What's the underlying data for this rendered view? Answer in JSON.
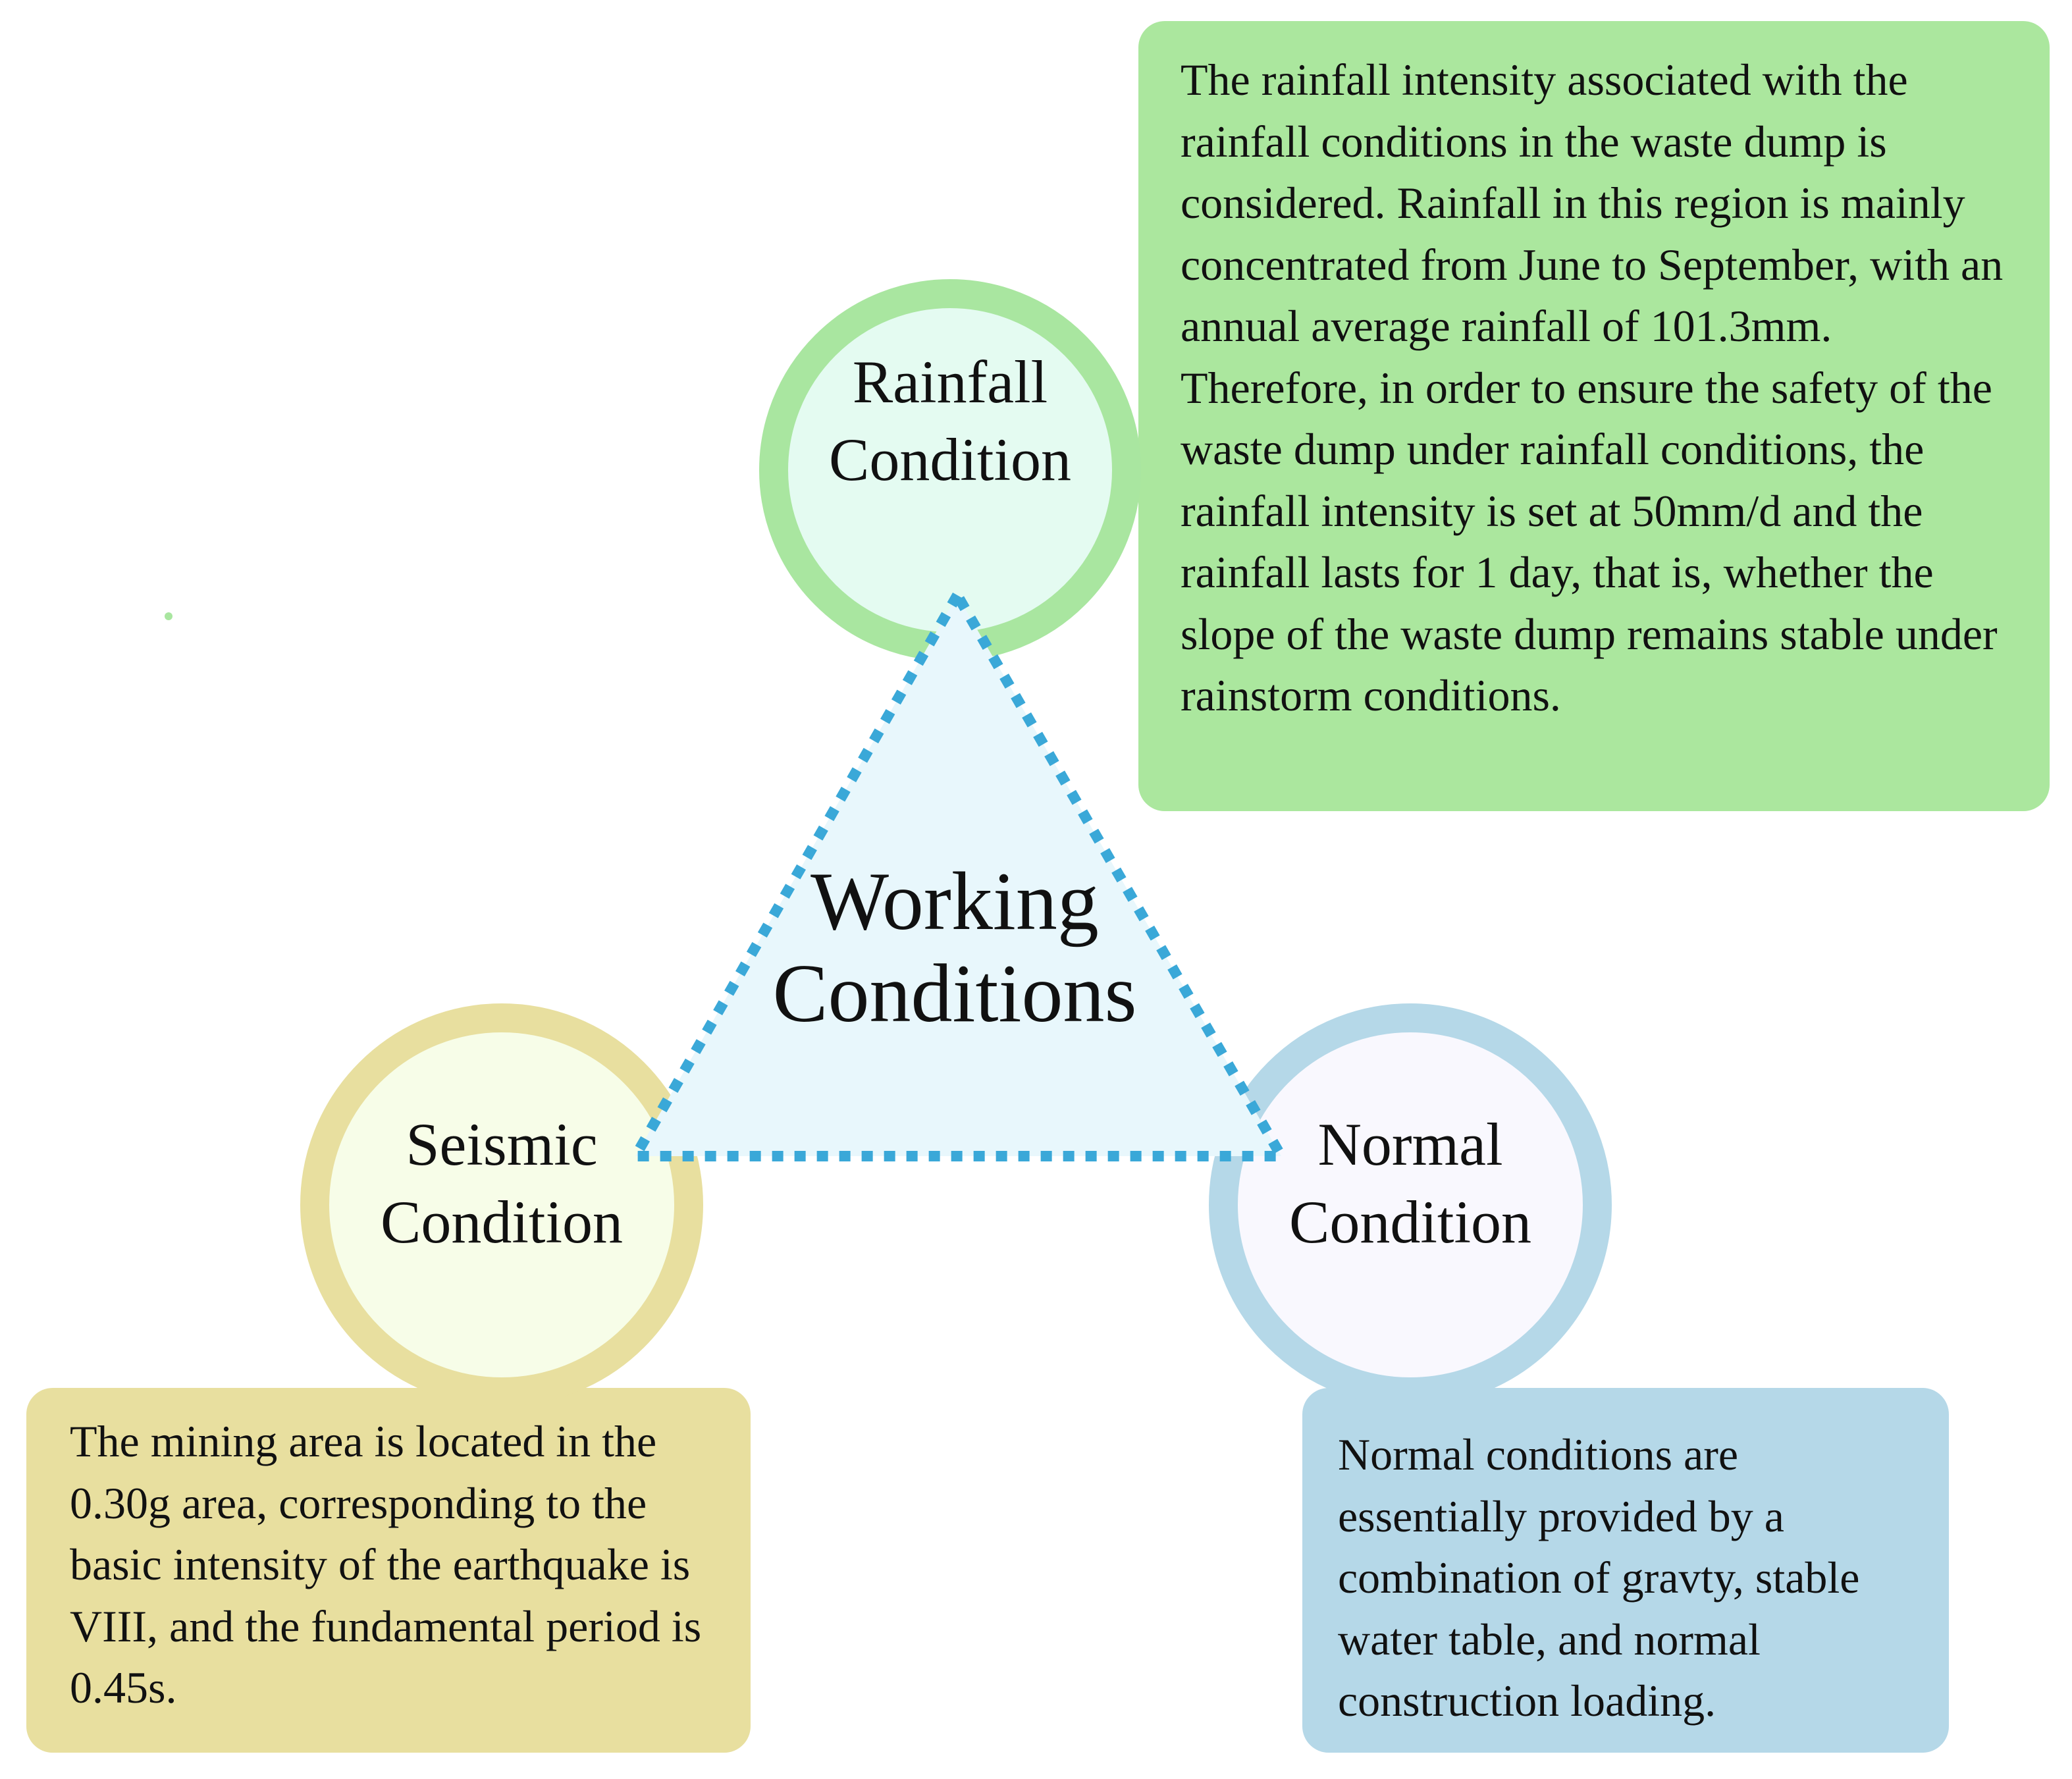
{
  "diagram": {
    "center_title": "Working\nConditions",
    "nodes": [
      {
        "id": "rainfall",
        "label": "Rainfall\nCondition",
        "ring_color": "#a9e6a0",
        "fill_color": "#e4fbf1"
      },
      {
        "id": "seismic",
        "label": "Seismic\nCondition",
        "ring_color": "#e8df9f",
        "fill_color": "#f7fde8"
      },
      {
        "id": "normal",
        "label": "Normal\nCondition",
        "ring_color": "#b5d8e8",
        "fill_color": "#f9f8fe"
      }
    ],
    "descriptions": {
      "rainfall": {
        "text": "The rainfall intensity associated with the rainfall conditions in the waste dump is considered. Rainfall in this region is mainly concentrated from June to September, with an annual average rainfall of 101.3mm. Therefore, in order to ensure the safety of the waste dump under rainfall conditions, the rainfall intensity is set at 50mm/d and the rainfall lasts for 1 day, that is, whether the slope of the waste dump remains stable under rainstorm conditions.",
        "bg_color": "#abe79e"
      },
      "seismic": {
        "text": "The mining area is located in the 0.30g area, corresponding to the basic intensity of the earthquake is VIII, and the fundamental period is 0.45s.",
        "bg_color": "#e8df9f"
      },
      "normal": {
        "text": "Normal conditions are essentially provided by a combination of gravty, stable water table, and normal construction loading.",
        "bg_color": "#b5d8e8"
      }
    },
    "triangle": {
      "fill_color": "#e8f7fc",
      "stroke_color": "#3aa8d8",
      "style": "dotted"
    }
  }
}
